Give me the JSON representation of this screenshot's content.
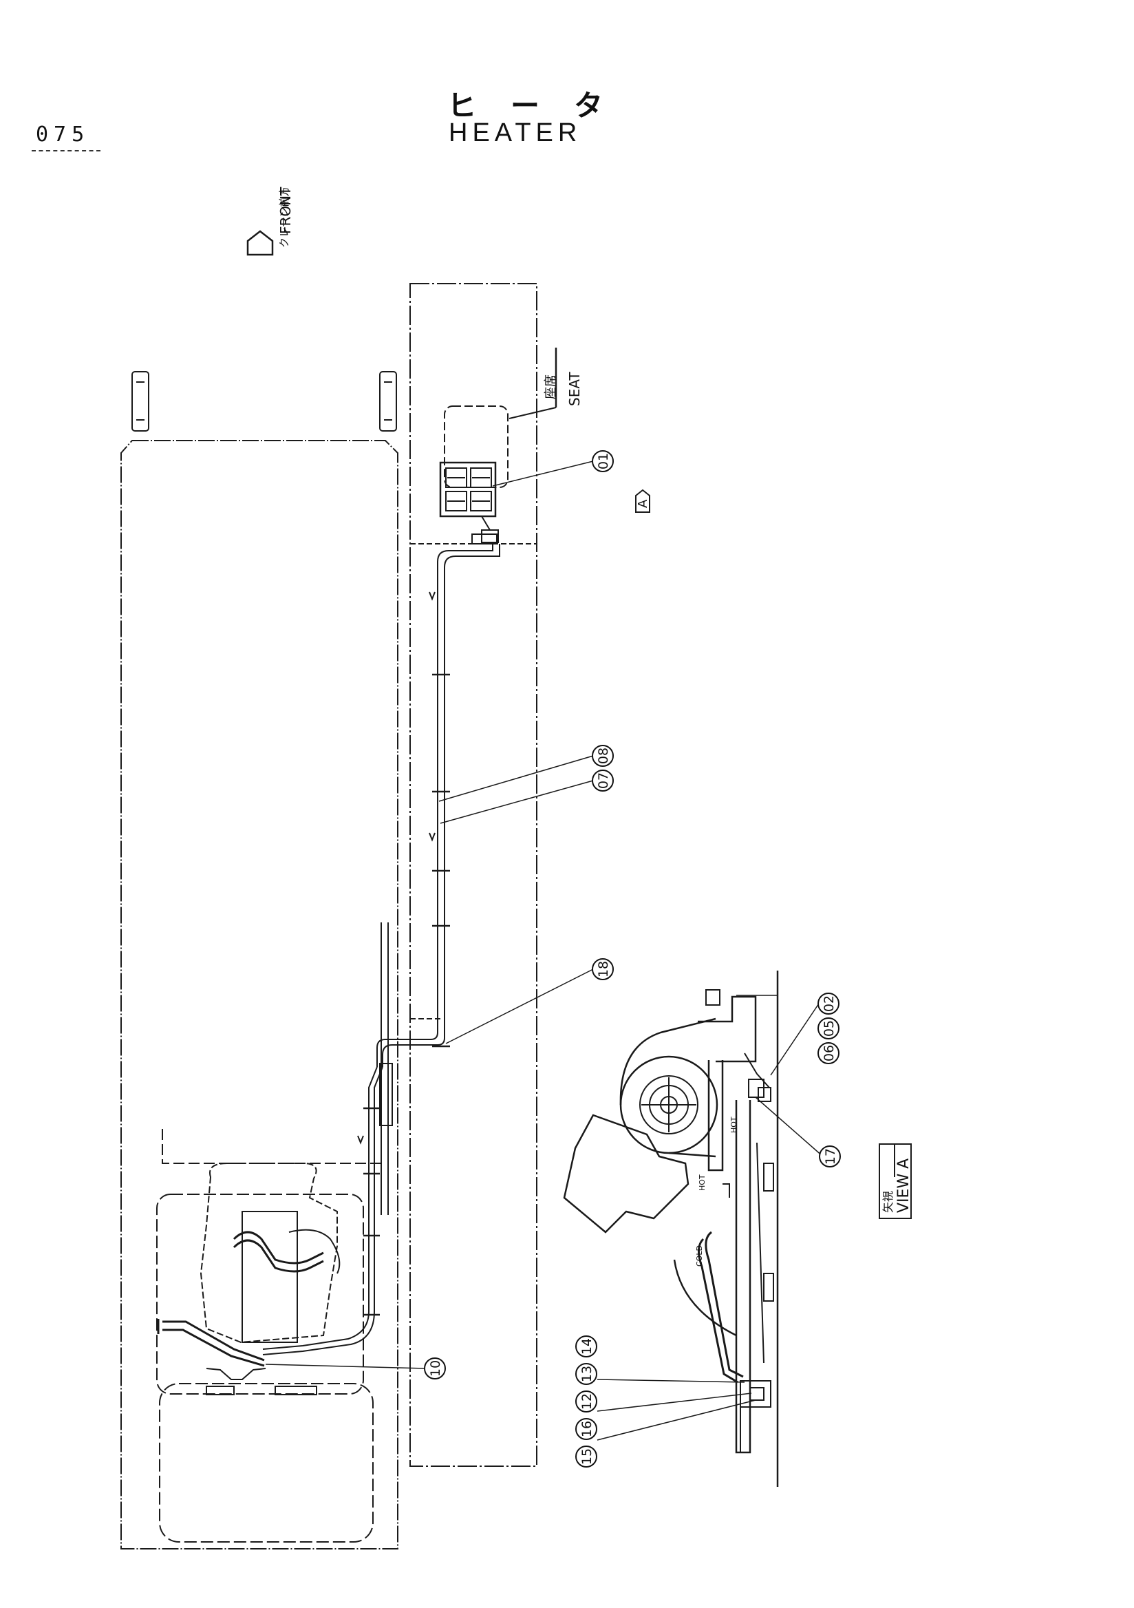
{
  "header": {
    "page_number": "075",
    "title_jp": "ヒータ",
    "title_en": "HEATER"
  },
  "direction": {
    "label_jp": "クレーン前方",
    "label_en": "FRONT"
  },
  "labels": {
    "seat_jp": "座席",
    "seat_en": "SEAT",
    "view_marker": "A",
    "view_jp": "矢視",
    "view_en": "VIEW A",
    "hot_1": "HOT",
    "hot_2": "HOT",
    "cold": "COLD"
  },
  "callouts": [
    "01",
    "02",
    "05",
    "06",
    "07",
    "08",
    "10",
    "12",
    "13",
    "14",
    "15",
    "16",
    "17",
    "18"
  ]
}
